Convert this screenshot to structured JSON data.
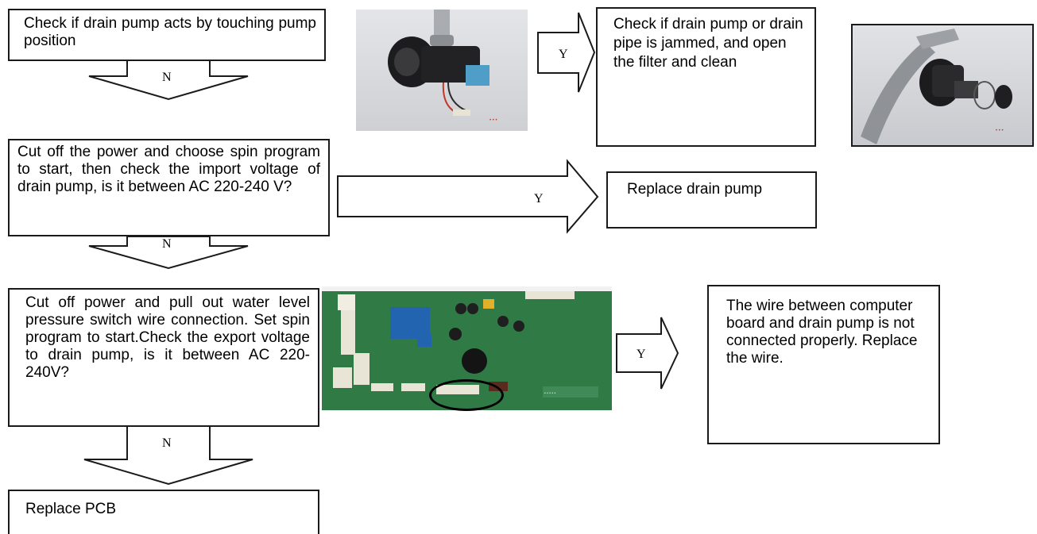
{
  "steps": {
    "s1": "Check if drain pump acts by touching pump position",
    "s1_yes": "Check if drain pump or drain pipe is jammed, and open the filter and clean",
    "s2": "Cut off the power and choose spin program to start, then check the import voltage of drain pump, is it between AC 220-240 V?",
    "s2_yes": "Replace drain pump",
    "s3": "Cut off power and pull out water level pressure switch wire connection. Set spin program to start.Check the export voltage to drain pump, is it between AC 220-240V?",
    "s3_yes": "The wire between computer board and drain pump is not connected properly. Replace the wire.",
    "s4": "Replace PCB"
  },
  "labels": {
    "yes": "Y",
    "no": "N"
  },
  "colors": {
    "line": "#1a1a1a",
    "pcb_green": "#2f7a45",
    "photo_bg": "#dcdde0",
    "pump_black": "#1c1c1e",
    "pipe_grey": "#9a9ea3",
    "highlight": "#000000"
  },
  "images": {
    "pump_photo": "drain-pump-photo",
    "filter_photo": "pump-filter-photo",
    "pcb_photo": "pcb-photo"
  }
}
